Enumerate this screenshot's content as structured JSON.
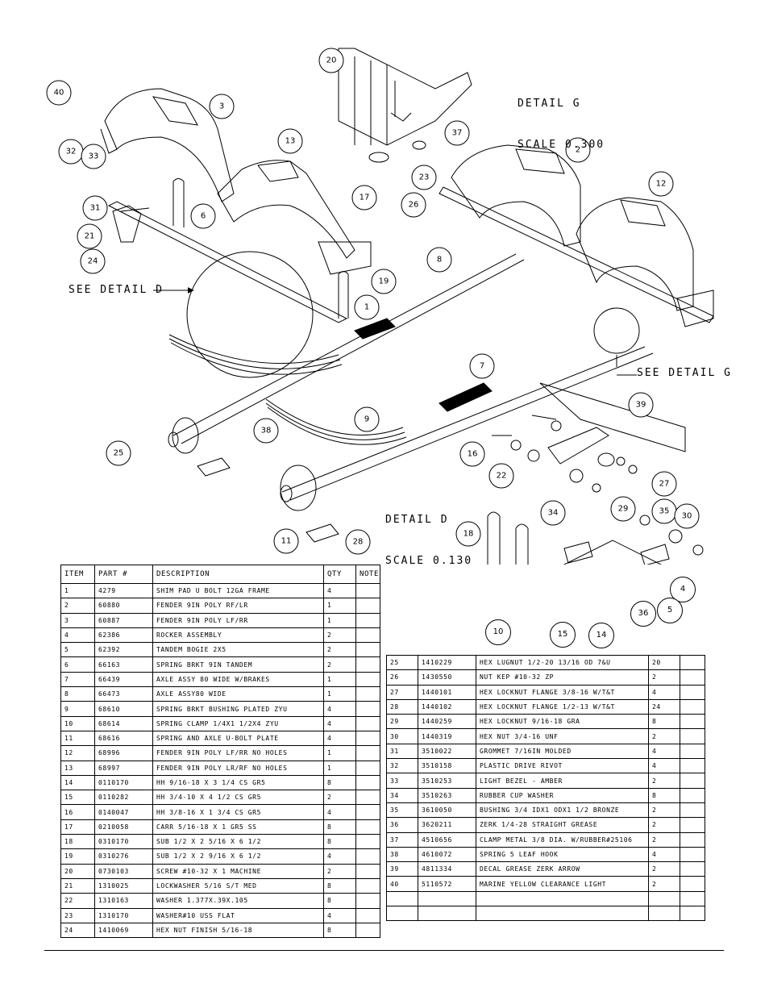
{
  "detail_g": {
    "line1": "DETAIL G",
    "line2": "SCALE 0.300"
  },
  "detail_d": {
    "line1": "DETAIL D",
    "line2": "SCALE 0.130"
  },
  "see_detail_d": "SEE DETAIL D",
  "see_detail_g": "SEE DETAIL G",
  "callouts": [
    "40",
    "32",
    "33",
    "3",
    "13",
    "17",
    "31",
    "21",
    "24",
    "6",
    "19",
    "1",
    "20",
    "37",
    "23",
    "26",
    "2",
    "12",
    "8",
    "7",
    "9",
    "38",
    "25",
    "11",
    "28",
    "39",
    "16",
    "22",
    "27",
    "34",
    "29",
    "35",
    "30",
    "18",
    "4",
    "5",
    "10",
    "15",
    "14",
    "36"
  ],
  "table_headers": {
    "item": "ITEM",
    "part": "PART #",
    "description": "DESCRIPTION",
    "qty": "QTY",
    "note": "NOTE"
  },
  "parts_left": [
    {
      "item": "1",
      "part": "4279",
      "description": "SHIM PAD  U BOLT 12GA FRAME",
      "qty": "4",
      "note": ""
    },
    {
      "item": "2",
      "part": "60880",
      "description": "FENDER  9IN POLY RF/LR",
      "qty": "1",
      "note": ""
    },
    {
      "item": "3",
      "part": "60887",
      "description": "FENDER  9IN POLY LF/RR",
      "qty": "1",
      "note": ""
    },
    {
      "item": "4",
      "part": "62386",
      "description": "ROCKER ASSEMBLY",
      "qty": "2",
      "note": ""
    },
    {
      "item": "5",
      "part": "62392",
      "description": "TANDEM BOGIE  2X5",
      "qty": "2",
      "note": ""
    },
    {
      "item": "6",
      "part": "66163",
      "description": "SPRING BRKT  9IN TANDEM",
      "qty": "2",
      "note": ""
    },
    {
      "item": "7",
      "part": "66439",
      "description": "AXLE ASSY 80 WIDE W/BRAKES",
      "qty": "1",
      "note": ""
    },
    {
      "item": "8",
      "part": "66473",
      "description": "AXLE ASSY80 WIDE",
      "qty": "1",
      "note": ""
    },
    {
      "item": "9",
      "part": "68610",
      "description": "SPRING BRKT BUSHING PLATED ZYU",
      "qty": "4",
      "note": ""
    },
    {
      "item": "10",
      "part": "68614",
      "description": "SPRING CLAMP  1/4X1 1/2X4  ZYU",
      "qty": "4",
      "note": ""
    },
    {
      "item": "11",
      "part": "68616",
      "description": "SPRING AND AXLE U-BOLT PLATE",
      "qty": "4",
      "note": ""
    },
    {
      "item": "12",
      "part": "68996",
      "description": "FENDER  9IN POLY LF/RR NO HOLES",
      "qty": "1",
      "note": ""
    },
    {
      "item": "13",
      "part": "68997",
      "description": "FENDER  9IN POLY LR/RF NO HOLES",
      "qty": "1",
      "note": ""
    },
    {
      "item": "14",
      "part": "0110170",
      "description": "HH 9/16-18 X 3 1/4 CS GR5",
      "qty": "8",
      "note": ""
    },
    {
      "item": "15",
      "part": "0110282",
      "description": "HH 3/4-10 X 4 1/2 CS GR5",
      "qty": "2",
      "note": ""
    },
    {
      "item": "16",
      "part": "0140047",
      "description": "HH 3/8-16 X 1 3/4 CS GR5",
      "qty": "4",
      "note": ""
    },
    {
      "item": "17",
      "part": "0210058",
      "description": "CARR 5/16-18 X 1 GR5 SS",
      "qty": "8",
      "note": ""
    },
    {
      "item": "18",
      "part": "0310170",
      "description": "SUB 1/2 X 2 5/16 X 6 1/2",
      "qty": "8",
      "note": ""
    },
    {
      "item": "19",
      "part": "0310276",
      "description": "SUB 1/2 X 2 9/16 X 6 1/2",
      "qty": "4",
      "note": ""
    },
    {
      "item": "20",
      "part": "0730103",
      "description": "SCREW #10-32 X 1 MACHINE",
      "qty": "2",
      "note": ""
    },
    {
      "item": "21",
      "part": "1310025",
      "description": "LOCKWASHER 5/16 S/T MED",
      "qty": "8",
      "note": ""
    },
    {
      "item": "22",
      "part": "1310163",
      "description": "WASHER 1.377X.39X.105",
      "qty": "8",
      "note": ""
    },
    {
      "item": "23",
      "part": "1310170",
      "description": "WASHER#10 USS FLAT",
      "qty": "4",
      "note": ""
    },
    {
      "item": "24",
      "part": "1410069",
      "description": "HEX NUT FINISH 5/16-18",
      "qty": "8",
      "note": ""
    }
  ],
  "parts_right": [
    {
      "item": "25",
      "part": "1410229",
      "description": "HEX LUGNUT 1/2-20 13/16 OD 7&U",
      "qty": "20",
      "note": ""
    },
    {
      "item": "26",
      "part": "1430550",
      "description": "NUT KEP #10-32 ZP",
      "qty": "2",
      "note": ""
    },
    {
      "item": "27",
      "part": "1440101",
      "description": "HEX LOCKNUT FLANGE 3/8-16 W/T&T",
      "qty": "4",
      "note": ""
    },
    {
      "item": "28",
      "part": "1440102",
      "description": "HEX LOCKNUT FLANGE 1/2-13 W/T&T",
      "qty": "24",
      "note": ""
    },
    {
      "item": "29",
      "part": "1440259",
      "description": "HEX LOCKNUT 9/16-18 GRA",
      "qty": "8",
      "note": ""
    },
    {
      "item": "30",
      "part": "1440319",
      "description": "HEX NUT 3/4-16 UNF",
      "qty": "2",
      "note": ""
    },
    {
      "item": "31",
      "part": "3510022",
      "description": "GROMMET  7/16IN MOLDED",
      "qty": "4",
      "note": ""
    },
    {
      "item": "32",
      "part": "3510158",
      "description": "PLASTIC DRIVE RIVOT",
      "qty": "4",
      "note": ""
    },
    {
      "item": "33",
      "part": "3510253",
      "description": "LIGHT BEZEL - AMBER",
      "qty": "2",
      "note": ""
    },
    {
      "item": "34",
      "part": "3510263",
      "description": "RUBBER CUP WASHER",
      "qty": "8",
      "note": ""
    },
    {
      "item": "35",
      "part": "3610050",
      "description": "BUSHING  3/4 IDX1 ODX1 1/2 BRONZE",
      "qty": "2",
      "note": ""
    },
    {
      "item": "36",
      "part": "3620211",
      "description": "ZERK  1/4-28 STRAIGHT GREASE",
      "qty": "2",
      "note": ""
    },
    {
      "item": "37",
      "part": "4510656",
      "description": "CLAMP METAL 3/8 DIA. W/RUBBER#25106",
      "qty": "2",
      "note": ""
    },
    {
      "item": "38",
      "part": "4610072",
      "description": "SPRING  5 LEAF HOOK",
      "qty": "4",
      "note": ""
    },
    {
      "item": "39",
      "part": "4811334",
      "description": "DECAL GREASE ZERK ARROW",
      "qty": "2",
      "note": ""
    },
    {
      "item": "40",
      "part": "5110572",
      "description": "MARINE YELLOW CLEARANCE LIGHT",
      "qty": "2",
      "note": ""
    },
    {
      "item": "",
      "part": "",
      "description": "",
      "qty": "",
      "note": ""
    },
    {
      "item": "",
      "part": "",
      "description": "",
      "qty": "",
      "note": ""
    }
  ]
}
